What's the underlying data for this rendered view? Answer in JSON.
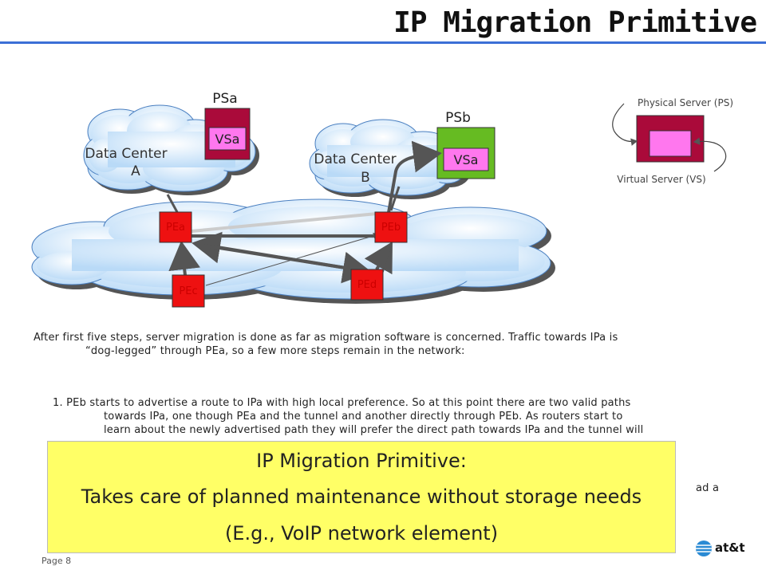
{
  "title": "IP Migration Primitive",
  "diagram": {
    "psa_label": "PSa",
    "psb_label": "PSb",
    "dc_a_line1": "Data Center",
    "dc_a_line2": "A",
    "dc_b_line1": "Data Center",
    "dc_b_line2": "B",
    "vsa_a": "VSa",
    "vsa_b": "VSa",
    "pea": "PEa",
    "peb": "PEb",
    "pec": "PEc",
    "ped": "PEd",
    "legend_ps": "Physical Server (PS)",
    "legend_vs": "Virtual Server (VS)"
  },
  "body": {
    "p1_line1": "After first five steps, server migration is done as far as migration software is concerned. Traffic towards IPa is",
    "p1_line2": "“dog-legged” through PEa, so a few more steps remain in the network:",
    "p2_line1": "1. PEb starts to advertise a route to IPa with high local preference. So at this point there are two valid paths",
    "p2_line2": "towards IPa, one though PEa and the tunnel and another directly through PEb. As routers start to",
    "p2_line3": "learn about the newly advertised path they will prefer the direct path towards IPa and the tunnel will",
    "p3_fragment": "ad a"
  },
  "callout": {
    "line1": "IP Migration Primitive:",
    "line2": "Takes care of planned maintenance without storage needs",
    "line3": "(E.g., VoIP network element)"
  },
  "footer": {
    "page": "Page 8",
    "logo": "at&t"
  },
  "colors": {
    "router_red": "#ee1111",
    "server_maroon": "#aa0a3a",
    "vs_pink": "#ff77ee",
    "ps_green": "#66bb22",
    "callout_yellow": "#ffff66",
    "cloud_blue": "#cfe6fb",
    "arrow_gray": "#555555"
  }
}
